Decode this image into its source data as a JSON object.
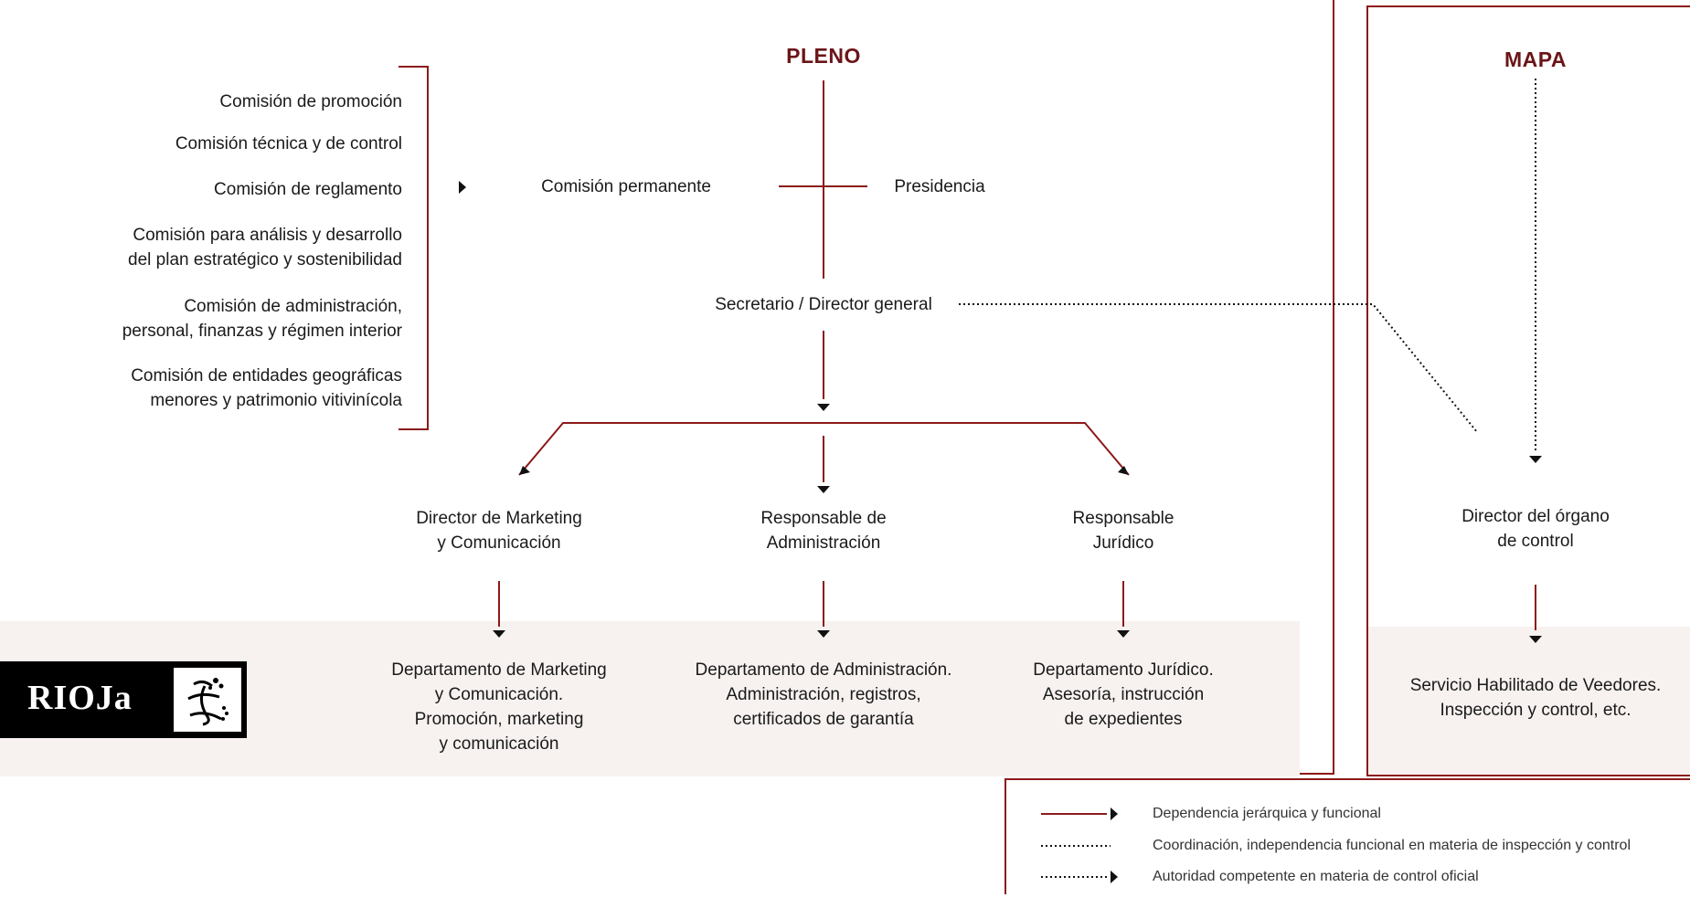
{
  "pleno": {
    "title": "PLENO"
  },
  "mapa": {
    "title": "MAPA"
  },
  "comisiones": [
    "Comisión de promoción",
    "Comisión técnica y de control",
    "Comisión de reglamento",
    "Comisión para análisis y desarrollo\ndel plan estratégico y sostenibilidad",
    "Comisión de administración,\npersonal, finanzas y régimen interior",
    "Comisión de entidades geográficas\nmenores y patrimonio vitivinícola"
  ],
  "comision_permanente": "Comisión permanente",
  "presidencia": "Presidencia",
  "secretario": "Secretario / Director general",
  "directores": [
    "Director de Marketing\ny Comunicación",
    "Responsable de\nAdministración",
    "Responsable\nJurídico"
  ],
  "departamentos": [
    "Departamento de Marketing\ny Comunicación.\nPromoción, marketing\ny comunicación",
    "Departamento de Administración.\nAdministración, registros,\ncertificados de garantía",
    "Departamento Jurídico.\nAsesoría, instrucción\nde expedientes"
  ],
  "director_control": "Director del órgano\nde control",
  "servicio_veedores": "Servicio Habilitado de Veedores.\nInspección y control, etc.",
  "logo": {
    "text": "RIOJa",
    "emblem": "vine-emblem"
  },
  "legend": [
    "Dependencia jerárquica y funcional",
    "Coordinación, independencia funcional en materia de inspección y control",
    "Autoridad competente en materia de control oficial"
  ],
  "colors": {
    "accent": "#8b1a1a",
    "title": "#6b1518",
    "band": "#f7f1f0"
  }
}
